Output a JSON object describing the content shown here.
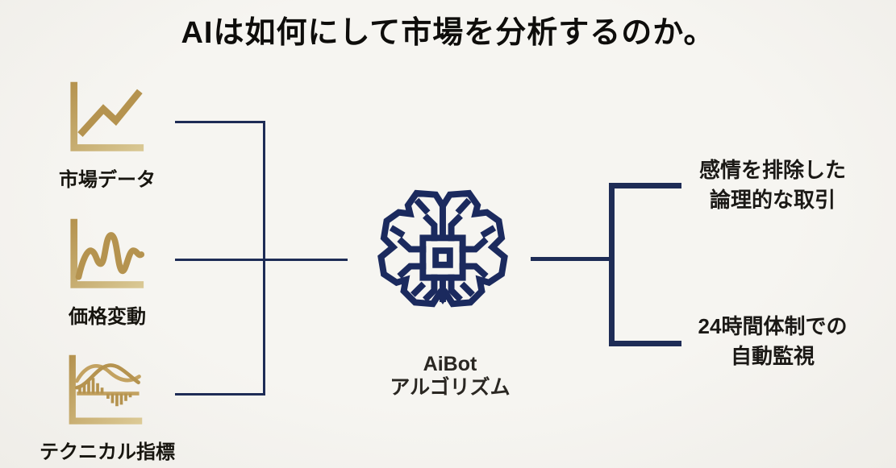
{
  "title": "AIは如何にして市場を分析するのか。",
  "inputs": [
    {
      "label": "市場データ",
      "icon": "line-chart-icon"
    },
    {
      "label": "価格変動",
      "icon": "wave-chart-icon"
    },
    {
      "label": "テクニカル指標",
      "icon": "macd-chart-icon"
    }
  ],
  "processor": {
    "title": "AiBot",
    "subtitle": "アルゴリズム",
    "icon": "brain-circuit-icon"
  },
  "outputs": [
    {
      "line1": "感情を排除した",
      "line2": "論理的な取引"
    },
    {
      "line1": "24時間体制での",
      "line2": "自動監視"
    }
  ],
  "colors": {
    "background": "#f4f3ef",
    "connector_navy": "#1e2c56",
    "brain_navy": "#1b2a5e",
    "icon_gold": "#b5934f",
    "icon_gold_light": "#d9c894",
    "title_text": "#0e0d0b",
    "label_text": "#17150f"
  }
}
